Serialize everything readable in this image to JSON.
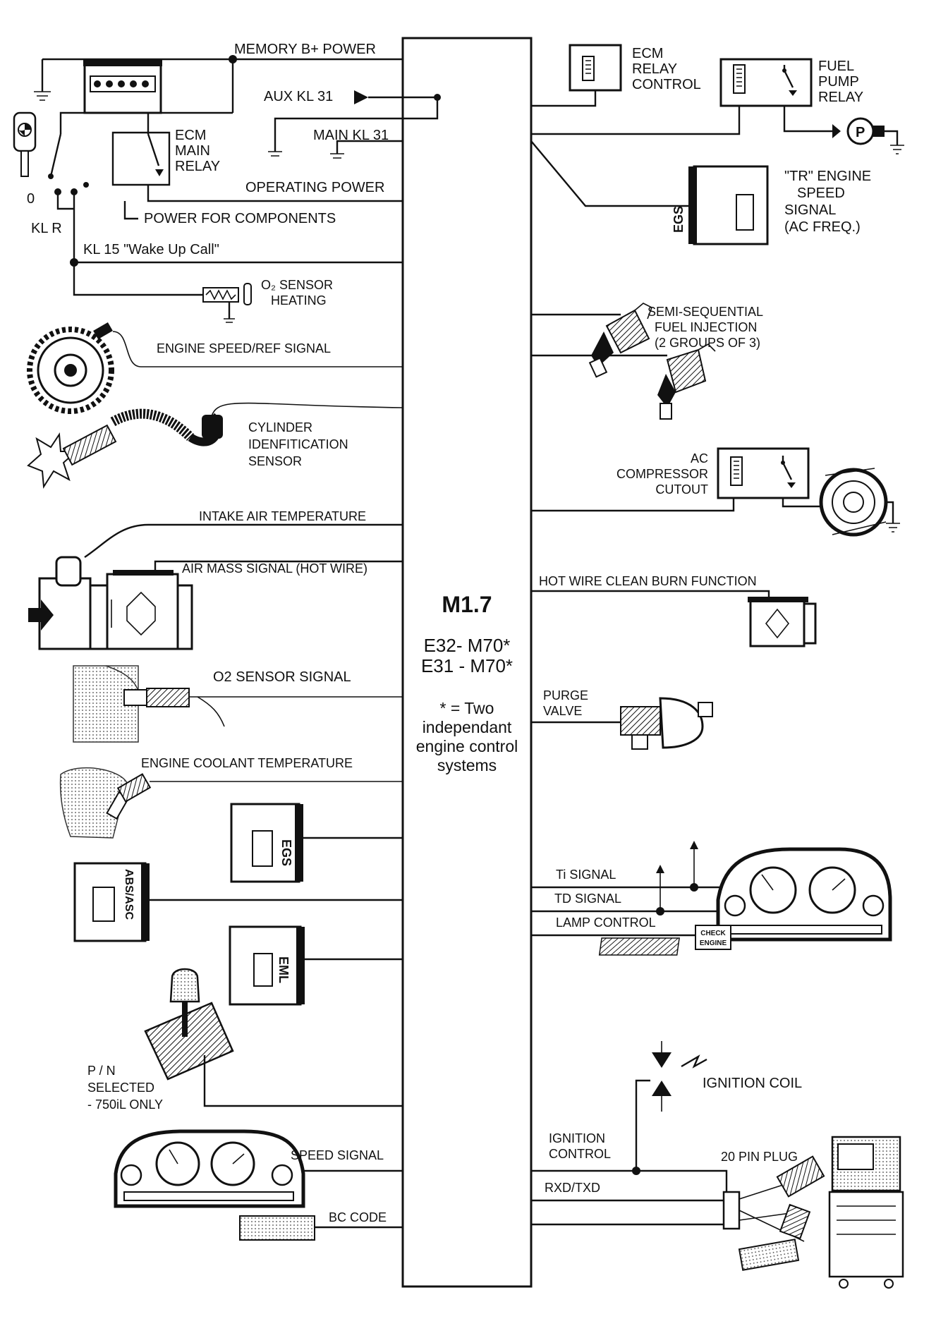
{
  "core": {
    "title": "M1.7",
    "line1": "E32- M70*",
    "line2": "E31 - M70*",
    "note1": "* = Two",
    "note2": "independant",
    "note3": "engine control",
    "note4": "systems"
  },
  "left": {
    "memory_power": "MEMORY B+ POWER",
    "aux_kl31": "AUX KL 31",
    "main_kl31": "MAIN KL 31",
    "ecm_main_relay": [
      "ECM",
      "MAIN",
      "RELAY"
    ],
    "operating_power": "OPERATING POWER",
    "power_components": "POWER FOR COMPONENTS",
    "switch_0": "0",
    "kl_r": "KL R",
    "kl15": "KL 15 \"Wake Up Call\"",
    "o2_heating": [
      "O₂ SENSOR",
      "HEATING"
    ],
    "engine_speed": "ENGINE SPEED/REF SIGNAL",
    "cylinder_id": [
      "CYLINDER",
      "IDENFITICATION",
      "SENSOR"
    ],
    "intake_air": "INTAKE AIR TEMPERATURE",
    "air_mass": "AIR MASS SIGNAL (HOT WIRE)",
    "o2_signal": "O2 SENSOR SIGNAL",
    "coolant": "ENGINE COOLANT TEMPERATURE",
    "egs_module": "EGS",
    "abs_module": "ABS/ASC",
    "eml_module": "EML",
    "pn_selected": [
      "P / N",
      "SELECTED",
      "- 750iL ONLY"
    ],
    "speed_signal": "SPEED SIGNAL",
    "bc_code": "BC CODE"
  },
  "right": {
    "ecm_relay_control": [
      "ECM",
      "RELAY",
      "CONTROL"
    ],
    "fuel_pump_relay": [
      "FUEL",
      "PUMP",
      "RELAY"
    ],
    "pump_symbol": "P",
    "egs_module": "EGS",
    "tr_signal": [
      "\"TR\" ENGINE",
      "SPEED",
      "SIGNAL",
      "(AC FREQ.)"
    ],
    "fuel_injection": [
      "SEMI-SEQUENTIAL",
      "FUEL INJECTION",
      "(2 GROUPS OF 3)"
    ],
    "ac_cutout": [
      "AC",
      "COMPRESSOR",
      "CUTOUT"
    ],
    "hot_wire_clean": "HOT WIRE CLEAN BURN FUNCTION",
    "purge_valve": [
      "PURGE",
      "VALVE"
    ],
    "ti_signal": "Ti SIGNAL",
    "td_signal": "TD SIGNAL",
    "lamp_control": "LAMP CONTROL",
    "check_engine": [
      "CHECK",
      "ENGINE"
    ],
    "ignition_coil": "IGNITION COIL",
    "ignition_control": [
      "IGNITION",
      "CONTROL"
    ],
    "pin_plug": "20 PIN PLUG",
    "rxd_txd": "RXD/TXD"
  }
}
